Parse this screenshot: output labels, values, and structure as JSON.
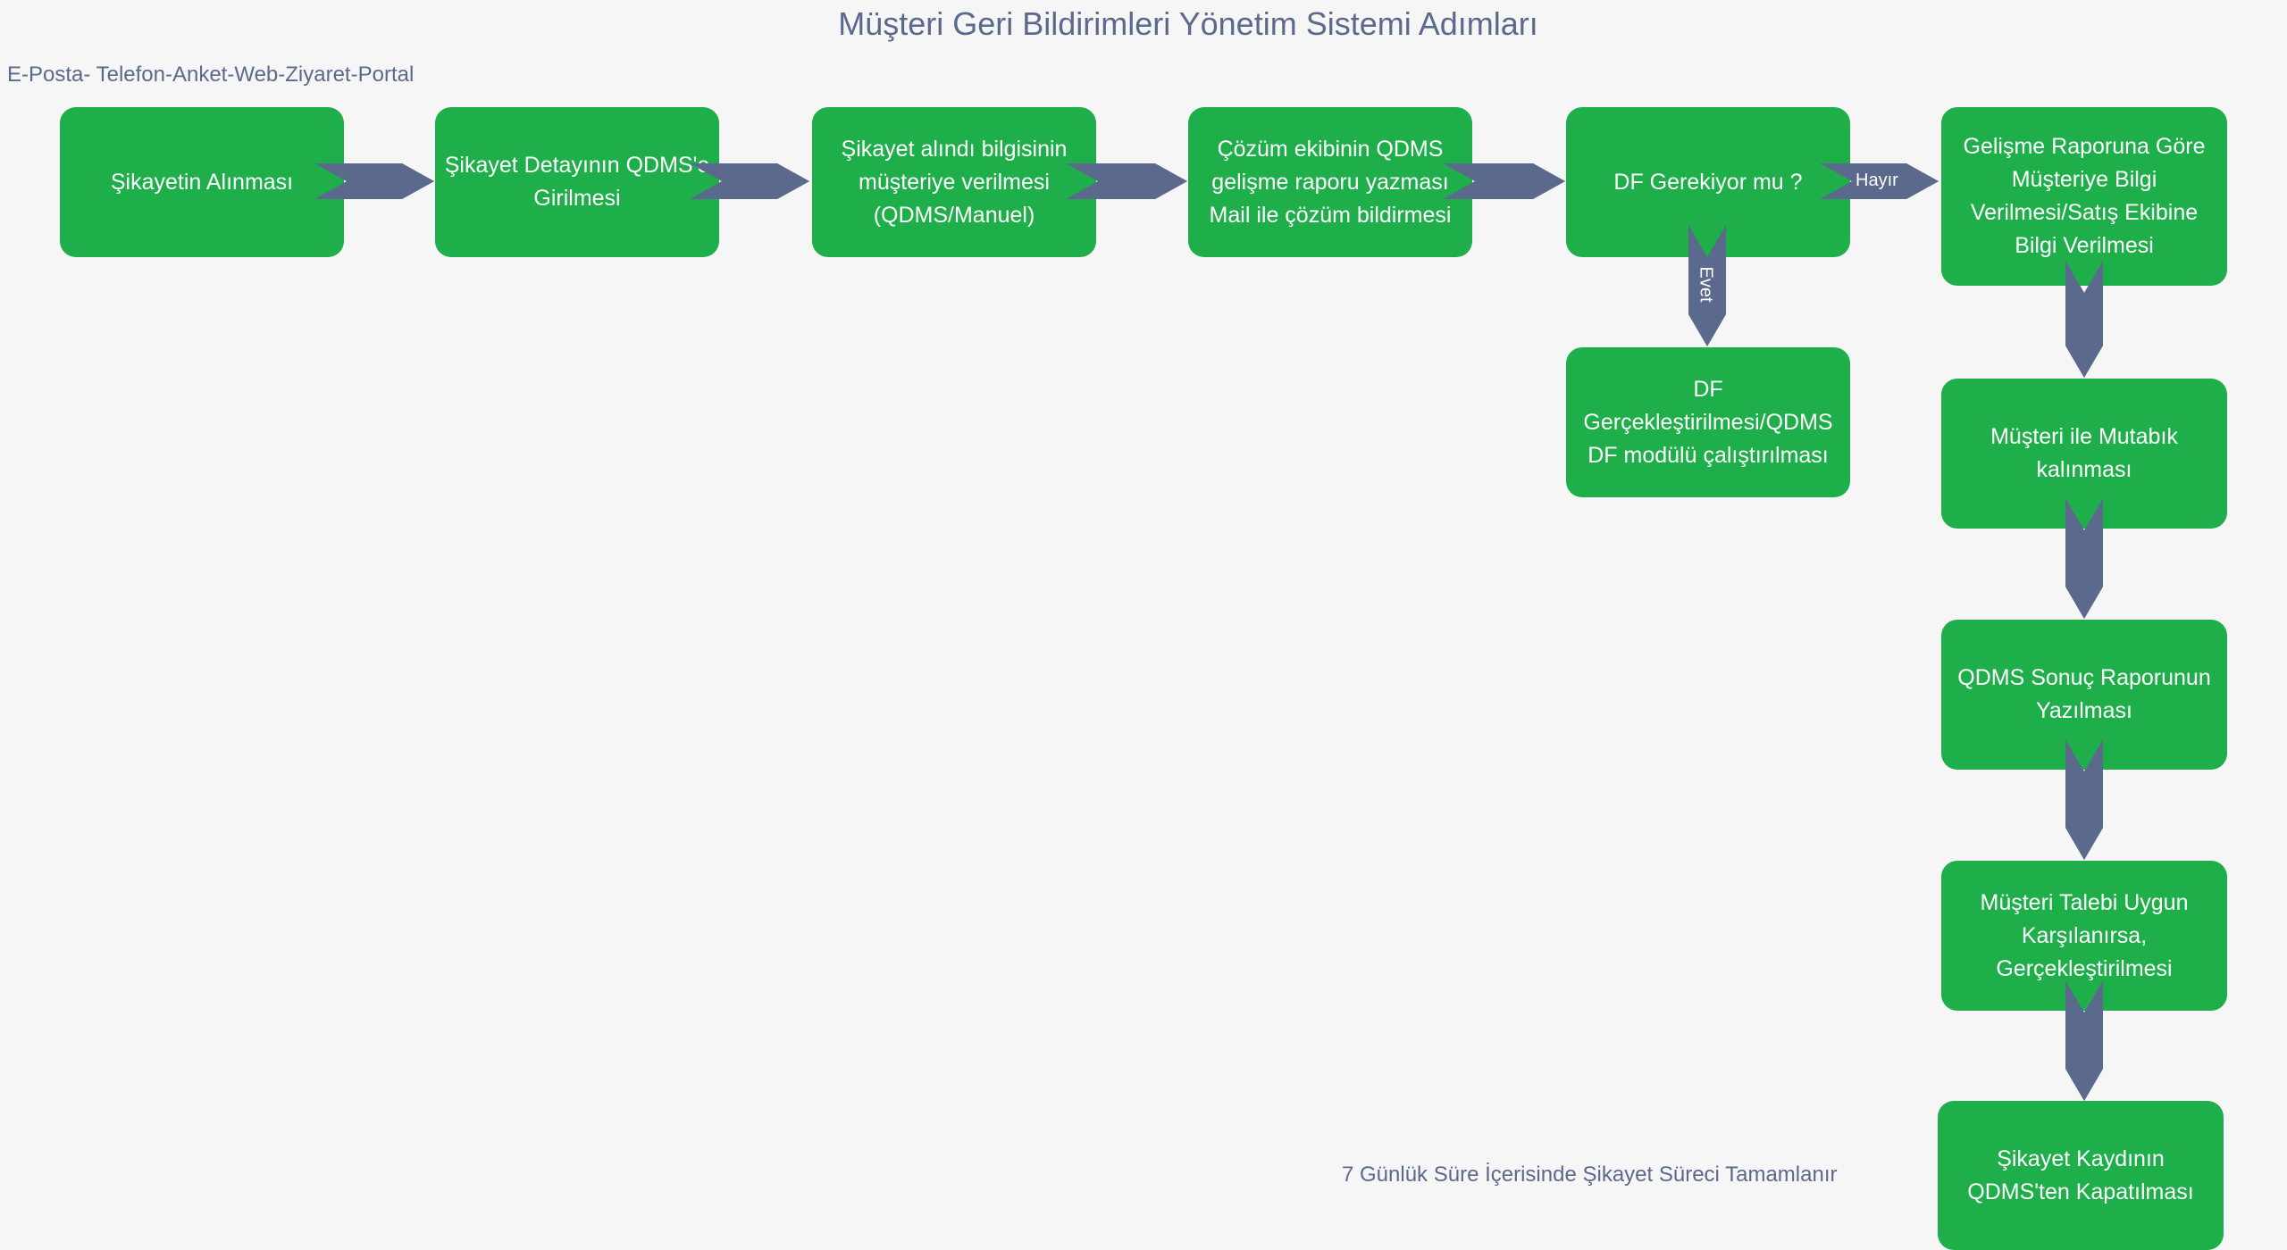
{
  "title": "Müşteri Geri Bildirimleri Yönetim Sistemi Adımları",
  "subtitle": "E-Posta- Telefon-Anket-Web-Ziyaret-Portal",
  "footnote": "7 Günlük Süre İçerisinde Şikayet Süreci Tamamlanır",
  "colors": {
    "node": "#1faf4a",
    "arrow": "#5b6a8c",
    "background": "#f6f6f6",
    "text": "#5b6a8c"
  },
  "nodes": {
    "n1": "Şikayetin Alınması",
    "n2": "Şikayet Detayının QDMS'e Girilmesi",
    "n3": "Şikayet alındı bilgisinin müşteriye verilmesi (QDMS/Manuel)",
    "n4": "Çözüm ekibinin QDMS gelişme raporu yazması Mail ile çözüm bildirmesi",
    "n5": "DF Gerekiyor mu ?",
    "n6": "Gelişme Raporuna Göre Müşteriye Bilgi Verilmesi/Satış Ekibine Bilgi Verilmesi",
    "n7": "DF Gerçekleştirilmesi/QDMS DF modülü çalıştırılması",
    "n8": "Müşteri ile Mutabık kalınması",
    "n9": "QDMS Sonuç Raporunun Yazılması",
    "n10": "Müşteri Talebi Uygun Karşılanırsa, Gerçekleştirilmesi",
    "n11": "Şikayet Kaydının QDMS'ten Kapatılması"
  },
  "edge_labels": {
    "no": "Hayır",
    "yes": "Evet"
  }
}
